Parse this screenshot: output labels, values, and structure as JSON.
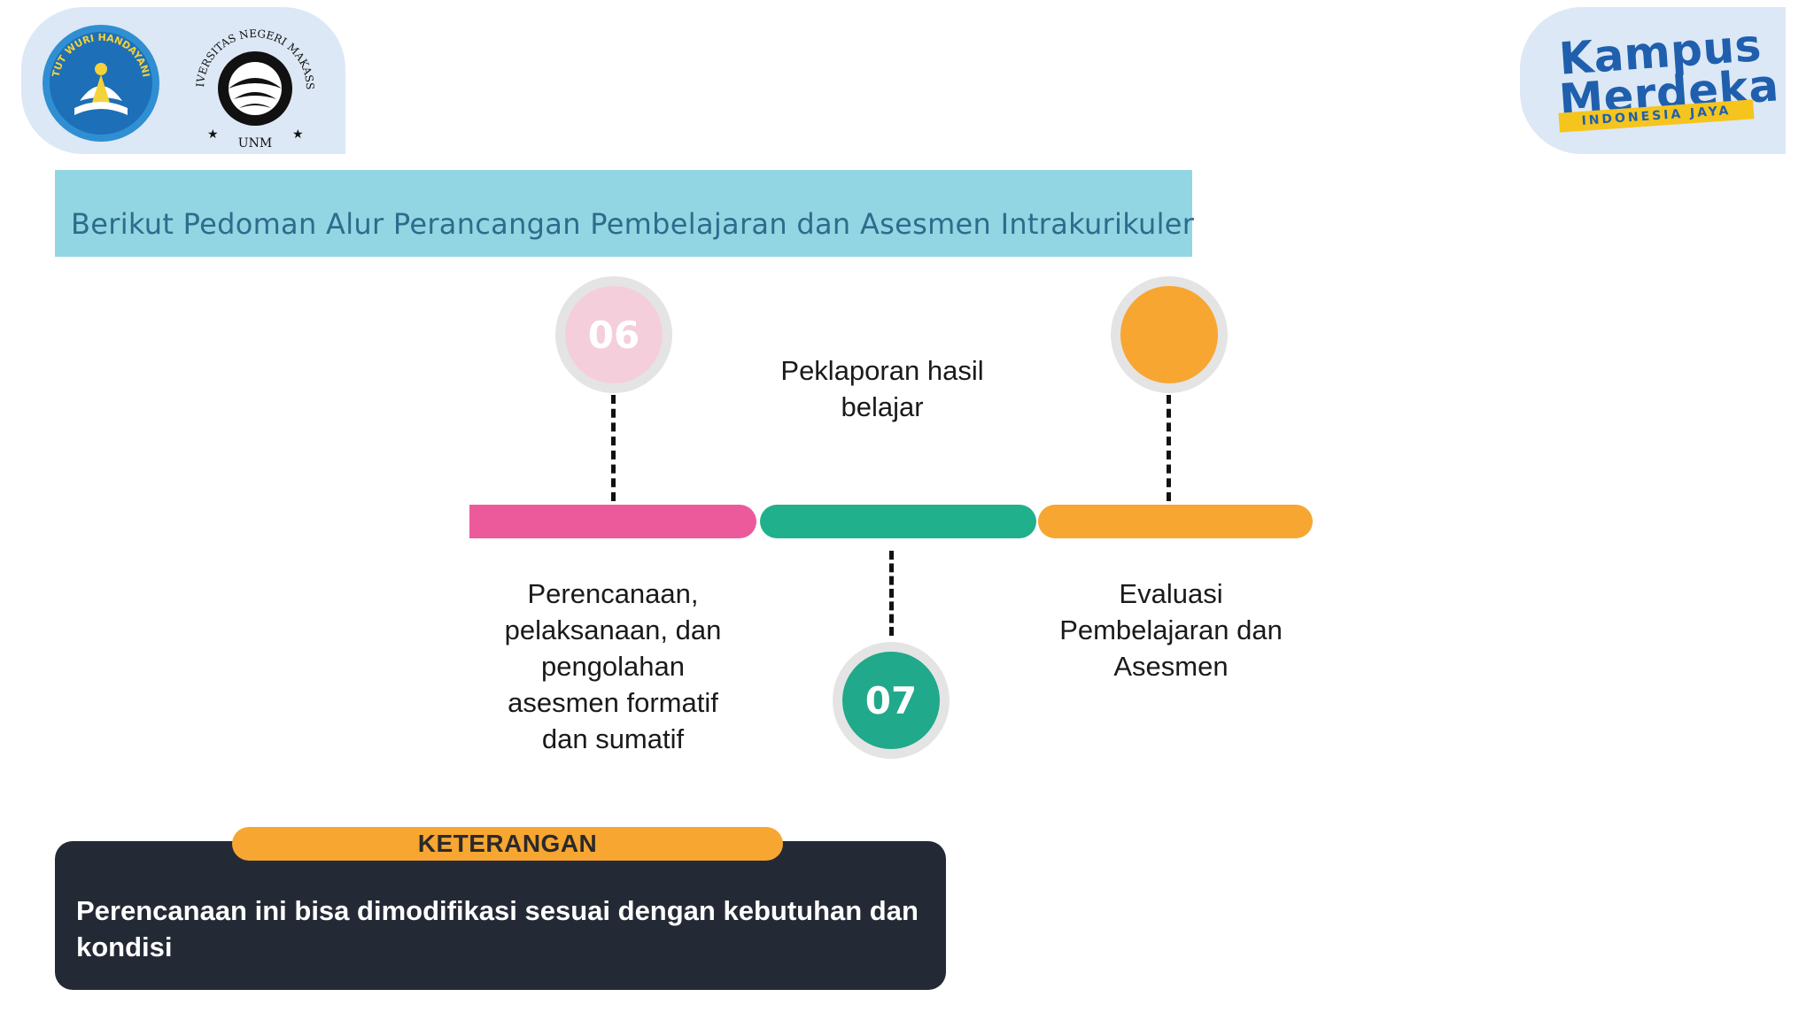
{
  "logos": {
    "left_caption_outer": "UNIVERSITAS NEGERI MAKASSAR",
    "left_caption_bottom": "UNM",
    "kemdikbud_motto": "TUT WURI HANDAYANI",
    "km_line1": "Kampus",
    "km_line2": "Merdeka",
    "km_tagline": "INDONESIA JAYA"
  },
  "title": "Berikut Pedoman Alur Perancangan Pembelajaran dan Asesmen Intrakurikuler",
  "timeline": {
    "steps": [
      {
        "number": "06",
        "label": "Perencanaan,\npelaksanaan, dan\npengolahan\nasesmen formatif\ndan sumatif",
        "color": "#ec5a9c",
        "circle_color": "#f4cfdb"
      },
      {
        "number": "07",
        "label": "Peklaporan hasil\nbelajar",
        "color": "#20b08c",
        "circle_color": "#20a98a"
      },
      {
        "number": "",
        "label": "Evaluasi\nPembelajaran dan\nAsesmen",
        "color": "#f7a631",
        "circle_color": "#f7a631"
      }
    ]
  },
  "note": {
    "heading": "KETERANGAN",
    "text": "Perencanaan ini bisa dimodifikasi sesuai dengan kebutuhan dan kondisi"
  }
}
